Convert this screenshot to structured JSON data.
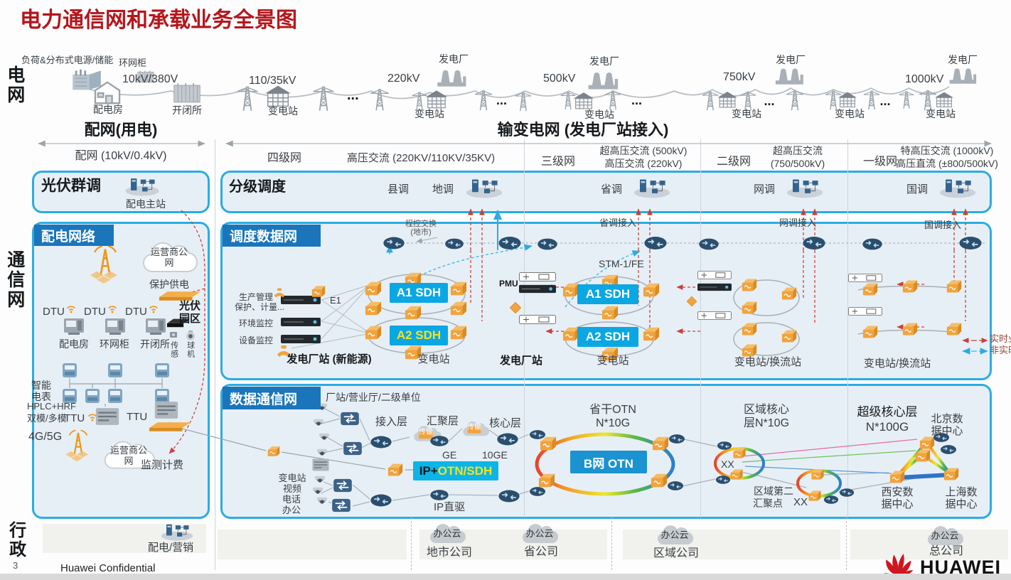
{
  "title": "电力通信网和承载业务全景图",
  "side": {
    "grid": "电网",
    "comm": "通信网",
    "admin": "行政",
    "page": "3",
    "confidential": "Huawei Confidential"
  },
  "power_grid": {
    "load": "负荷&分布式电源/储能",
    "ring_cabinet": "环网柜",
    "t10kv": "10kV/380V",
    "dist_room": "配电房",
    "switch_station": "开闭所",
    "v110": "110/35kV",
    "v220": "220kV",
    "v500": "500kV",
    "v750": "750kV",
    "v1000": "1000kV",
    "substation": "变电站",
    "plant": "发电厂",
    "dots": "...",
    "header_left": "配网(用电)",
    "header_right": "输变电网 (发电厂站接入)"
  },
  "levels": {
    "distribution": "配网 (10kV/0.4kV)",
    "l4": "四级网",
    "l4_desc": "高压交流 (220KV/110KV/35KV)",
    "l3": "三级网",
    "l3_desc1": "超高压交流 (500kV)",
    "l3_desc2": "高压交流 (220kV)",
    "l2": "二级网",
    "l2_desc1": "超高压交流",
    "l2_desc2": "(750/500kV)",
    "l1": "一级网",
    "l1_desc1": "特高压交流 (1000kV)",
    "l1_desc2": "高压直流 (±800/500kV)"
  },
  "pv_box": {
    "title": "光伏群调",
    "main_station": "配电主站"
  },
  "dispatch": {
    "title": "分级调度",
    "county": "县调",
    "city": "地调",
    "province": "省调",
    "grid": "网调",
    "national": "国调"
  },
  "dist_net": {
    "title": "配电网络",
    "carrier": "运营商公网",
    "protect": "保护供电",
    "dtu": "DTU",
    "pv1": "光伏",
    "pv2": "园区",
    "room1": "配电房",
    "room2": "环网柜",
    "room3": "开闭所",
    "sensor": "传感",
    "ballcam": "球机",
    "meter1": "智能",
    "meter2": "电表",
    "hplc": "HPLC+HRF",
    "mode": "双模/多模",
    "ttu": "TTU",
    "g": "4G/5G",
    "billing": "监测计费"
  },
  "sdh_net": {
    "title": "调度数据网",
    "pcx1": "程控交换",
    "pcx2": "(地市)",
    "prov_acc": "省调接入",
    "grid_acc": "网调接入",
    "nat_acc": "国调接入",
    "stm": "STM-1/FE",
    "pmu": "PMU",
    "svc1": "生产管理",
    "svc2": "保护、计量...",
    "svc3": "环境监控",
    "svc4": "设备监控",
    "e1": "E1",
    "a1": "A1 SDH",
    "a2": "A2 SDH",
    "plant_new": "发电厂站 (新能源)",
    "sub": "变电站",
    "plant2": "发电厂站",
    "sub_conv": "变电站/换流站",
    "rt": "实时业",
    "nrt": "非实时"
  },
  "dcn": {
    "title": "数据通信网",
    "sites": "厂站/营业厅/二级单位",
    "access": "接入层",
    "agg": "汇聚层",
    "core": "核心层",
    "trans": "传输",
    "ge": "GE",
    "tge": "10GE",
    "ip": "IP+",
    "otnsdh": "OTN/SDH",
    "sv1": "变电站",
    "sv2": "视频",
    "ph1": "电话",
    "ph2": "办公",
    "ipd": "IP直驱",
    "potn1": "省干OTN",
    "potn2": "N*10G",
    "botn": "B网 OTN",
    "rc1": "区域核心",
    "rc2": "层N*10G",
    "xx": "XX",
    "ra1": "区域第二",
    "ra2": "汇聚点",
    "sc1": "超级核心层",
    "sc2": "N*100G",
    "bj1": "北京数",
    "bj2": "据中心",
    "xa1": "西安数",
    "xa2": "据中心",
    "sh1": "上海数",
    "sh2": "据中心"
  },
  "admin": {
    "dist_mkt": "配电/营销",
    "cloud": "办公云",
    "city": "地市公司",
    "prov": "省公司",
    "region": "区域公司",
    "hq": "总公司",
    "brand": "HUAWEI"
  },
  "colors": {
    "accent": "#2BACE2",
    "title_red": "#B4161C",
    "label_blue": "#1B75BB",
    "sdh_cyan": "#0BA7E2",
    "equip_orange": "#F2A33C",
    "realtime_red": "#C9423A",
    "nonrealtime_blue": "#2BACE2"
  }
}
